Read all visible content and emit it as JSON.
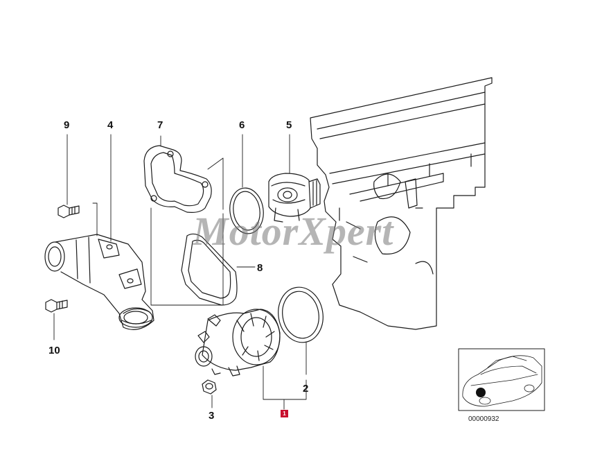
{
  "callouts": {
    "c9": "9",
    "c4": "4",
    "c7": "7",
    "c6": "6",
    "c5": "5",
    "c8": "8",
    "c10": "10",
    "c3": "3",
    "c2": "2"
  },
  "badge_label": "1",
  "reference_code": "00000932",
  "watermark": "MotorXpert",
  "colors": {
    "line": "#1a1a1a",
    "badge": "#c8102e",
    "watermark": "#8a8a8a"
  }
}
